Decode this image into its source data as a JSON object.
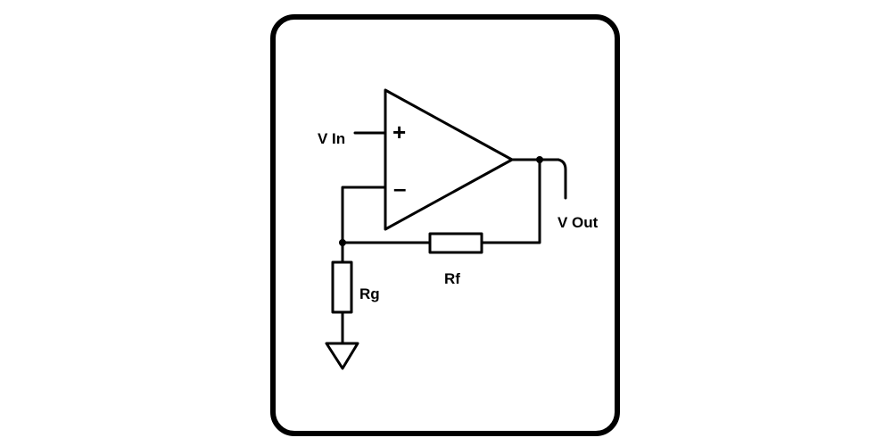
{
  "diagram": {
    "labels": {
      "vin": "V In",
      "vout": "V Out",
      "rf": "Rf",
      "rg": "Rg",
      "plus": "+",
      "minus": "–"
    },
    "colors": {
      "ink": "#000000",
      "background": "#ffffff"
    }
  }
}
